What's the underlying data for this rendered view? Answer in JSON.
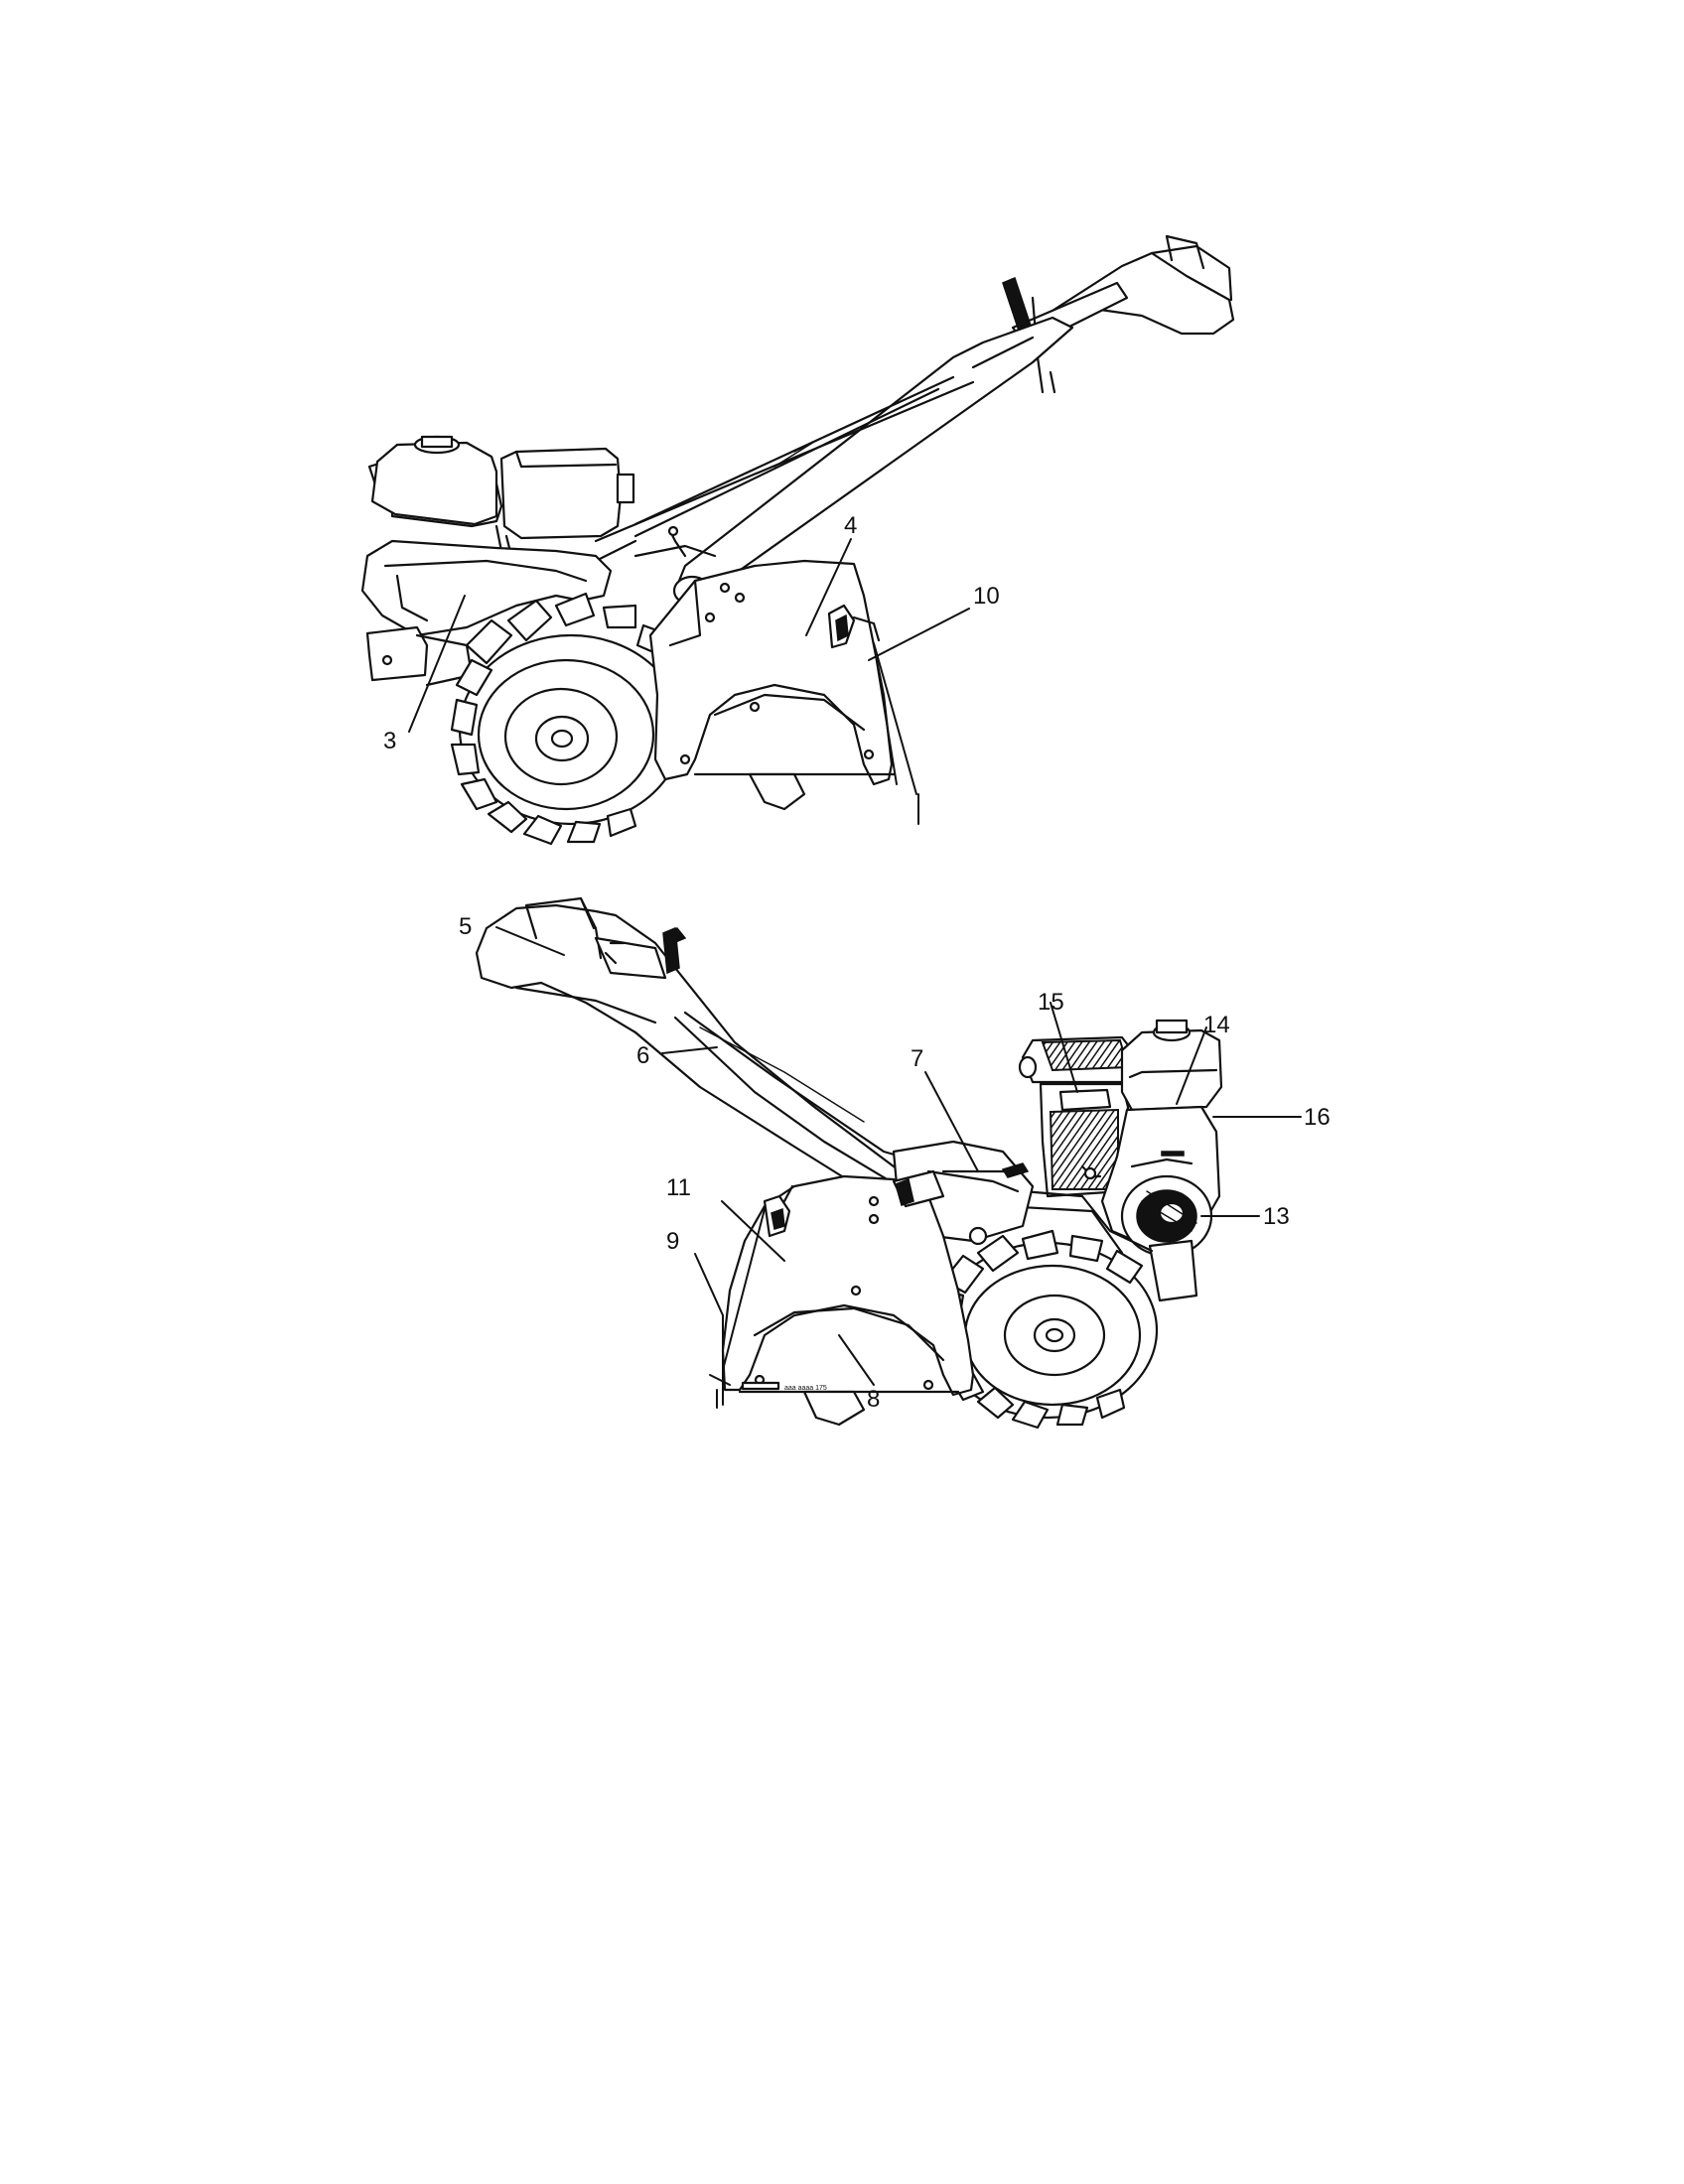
{
  "figure": {
    "top_view_callouts": [
      "3",
      "4",
      "10"
    ],
    "bottom_view_callouts": [
      "5",
      "6",
      "7",
      "8",
      "9",
      "11",
      "13",
      "14",
      "15",
      "16"
    ]
  },
  "callouts": {
    "c3": "3",
    "c4": "4",
    "c10": "10",
    "c5": "5",
    "c6": "6",
    "c7": "7",
    "c8": "8",
    "c9": "9",
    "c11": "11",
    "c13": "13",
    "c14": "14",
    "c15": "15",
    "c16": "16"
  },
  "decal_text": "aaa aaaa 175"
}
